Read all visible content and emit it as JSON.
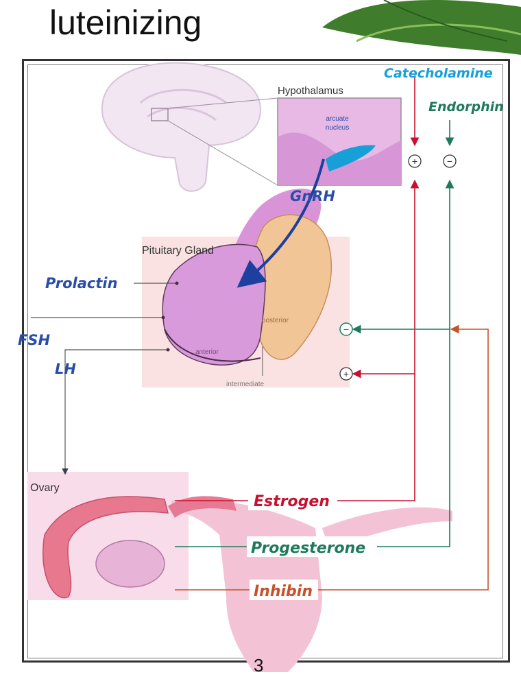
{
  "slide": {
    "title": "luteinizing",
    "page_number": "3"
  },
  "labels": {
    "catecholamine": "Catecholamine",
    "endorphin": "Endorphin",
    "hypothalamus": "Hypothalamus",
    "arcuate_nucleus_line1": "arcuate",
    "arcuate_nucleus_line2": "nucleus",
    "gnrh": "GnRH",
    "pituitary_gland": "Pituitary Gland",
    "prolactin": "Prolactin",
    "fsh": "FSH",
    "lh": "LH",
    "posterior": "posterior",
    "anterior": "anterior",
    "intermediate": "intermediate",
    "ovary": "Ovary",
    "estrogen": "Estrogen",
    "progesterone": "Progesterone",
    "inhibin": "Inhibin"
  },
  "signs": {
    "plus": "+",
    "minus": "−"
  },
  "colors": {
    "stimulate": "#c8102e",
    "inhibit": "#1f7a5a",
    "inhibin": "#c8502a",
    "hormone_blue": "#2a4da6",
    "tissue_pink": "#e9a6d9",
    "posterior_peach": "#f2c596",
    "ovary_pink": "#e8788e"
  }
}
